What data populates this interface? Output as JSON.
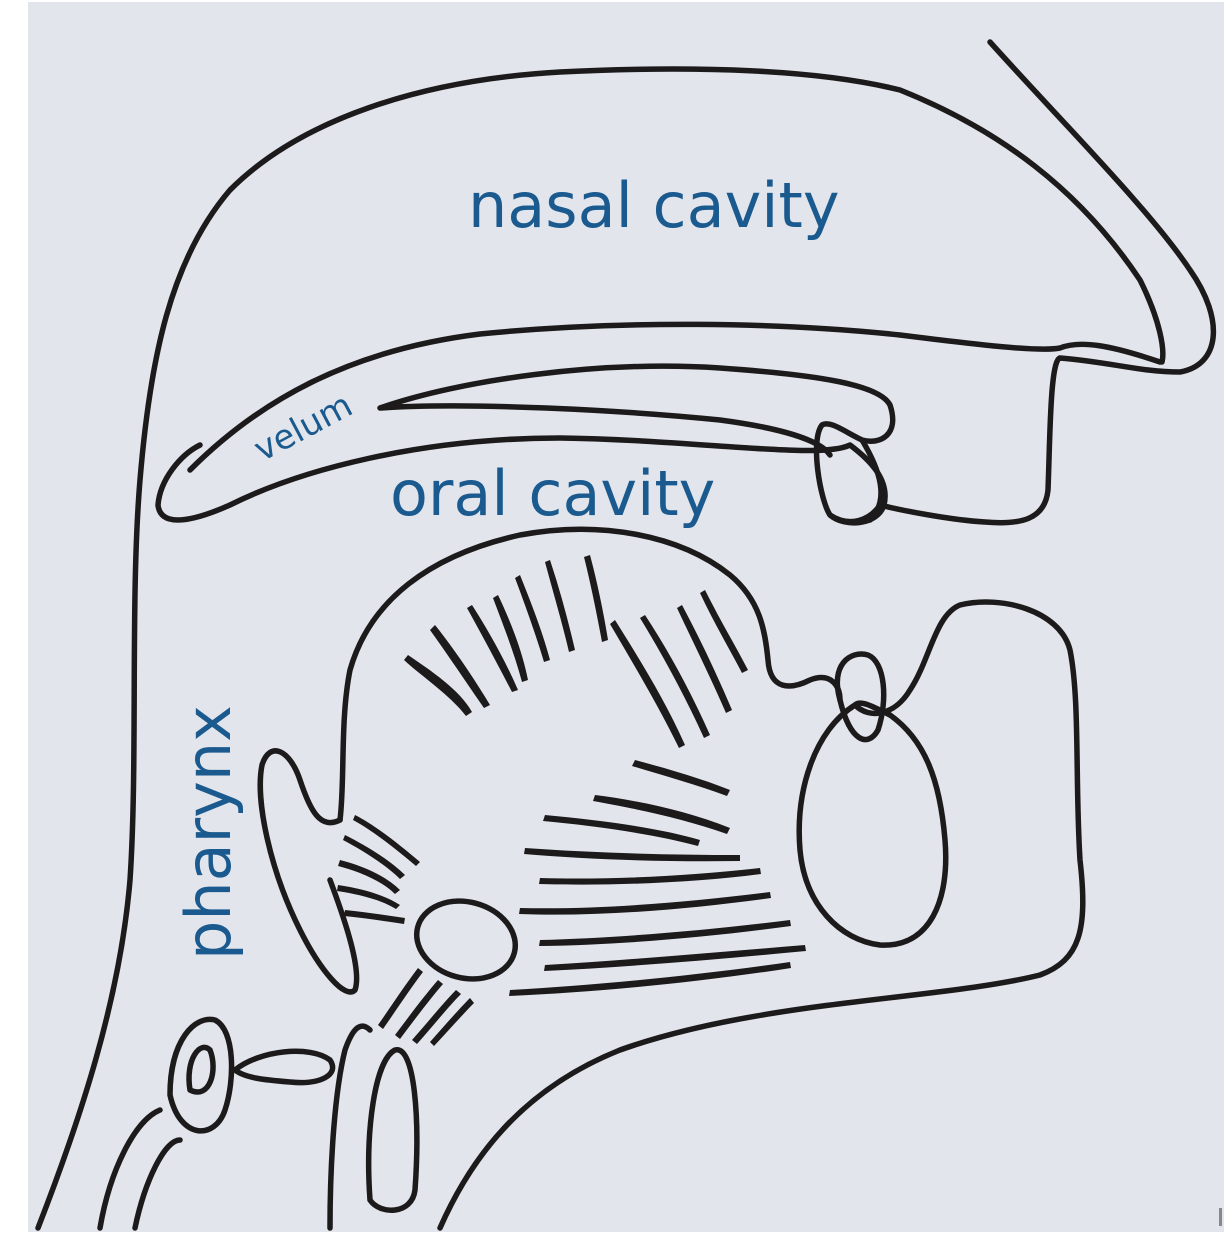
{
  "diagram": {
    "labels": {
      "nasal_cavity": "nasal cavity",
      "oral_cavity": "oral cavity",
      "velum": "velum",
      "pharynx": "pharynx"
    },
    "colors": {
      "background": "#e3e5ec",
      "line": "#1c1a1b",
      "label": "#1a5a8f"
    }
  }
}
